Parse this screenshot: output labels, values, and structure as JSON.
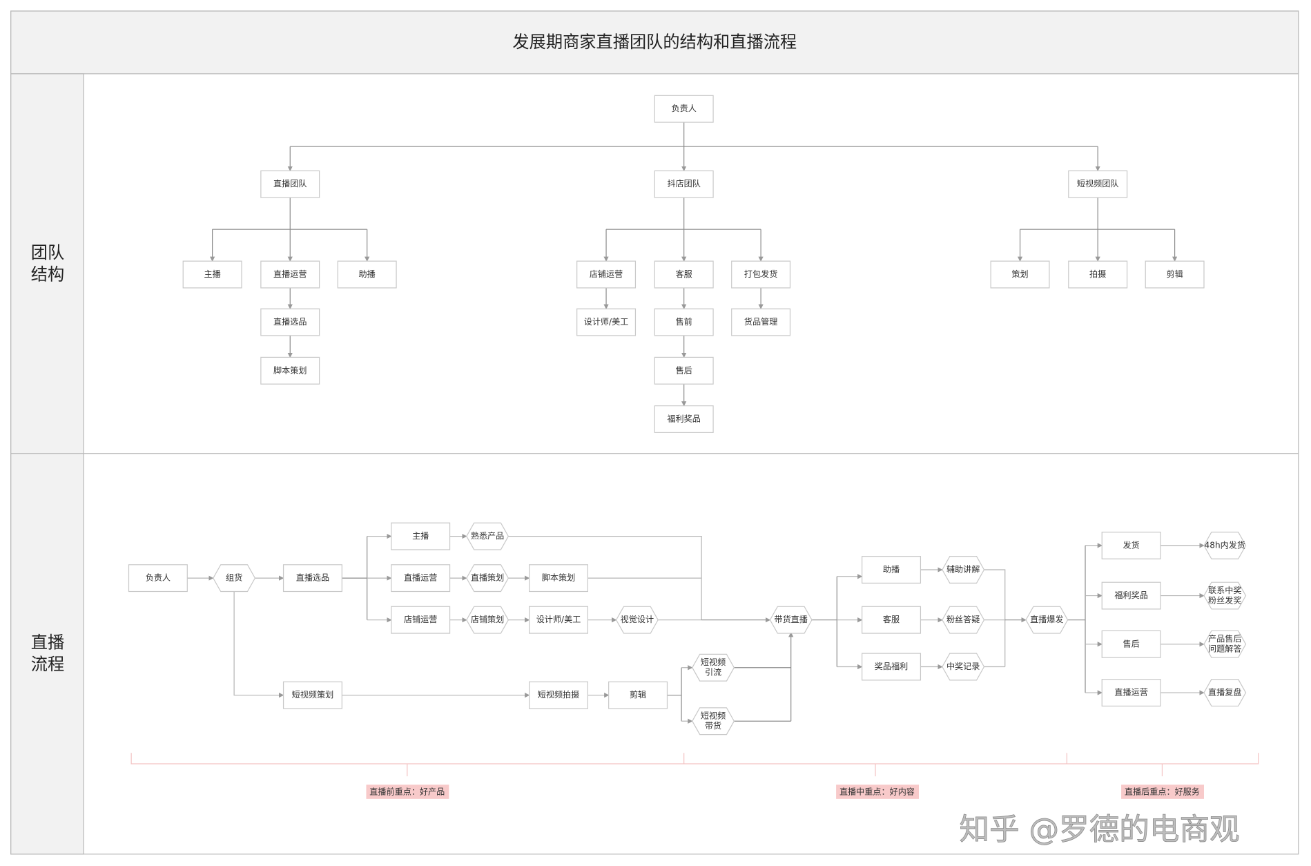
{
  "title": "发展期商家直播团队的结构和直播流程",
  "row_labels": {
    "team": [
      "团队",
      "结构"
    ],
    "process": [
      "直播",
      "流程"
    ]
  },
  "team": {
    "head": "负责人",
    "live_team": "直播团队",
    "shop_team": "抖店团队",
    "video_team": "短视频团队",
    "anchor": "主播",
    "live_ops": "直播运营",
    "assistant": "助播",
    "live_selection": "直播选品",
    "script_plan": "脚本策划",
    "shop_ops": "店铺运营",
    "designer": "设计师/美工",
    "cs": "客服",
    "presale": "售前",
    "aftersale": "售后",
    "prizes": "福利奖品",
    "packing": "打包发货",
    "inventory": "货品管理",
    "planning": "策划",
    "shooting": "拍摄",
    "editing": "剪辑"
  },
  "process": {
    "head": "负责人",
    "sourcing": "组货",
    "live_selection": "直播选品",
    "anchor": "主播",
    "know_product": "熟悉产品",
    "live_ops": "直播运营",
    "live_plan": "直播策划",
    "script_plan": "脚本策划",
    "shop_ops": "店铺运营",
    "shop_plan": "店铺策划",
    "designer": "设计师/美工",
    "visual": "视觉设计",
    "video_plan": "短视频策划",
    "video_shoot": "短视频拍摄",
    "editing": "剪辑",
    "video_traffic": [
      "短视频",
      "引流"
    ],
    "video_sales": [
      "短视频",
      "带货"
    ],
    "live_sales": "带货直播",
    "assistant": "助播",
    "assist_explain": "辅助讲解",
    "cs": "客服",
    "fan_qa": "粉丝答疑",
    "prize_welfare": "奖品福利",
    "win_record": "中奖记录",
    "live_burst": "直播爆发",
    "shipping": "发货",
    "ship_48h": "48h内发货",
    "welfare_prizes": "福利奖品",
    "contact_winners": [
      "联系中奖",
      "粉丝发奖"
    ],
    "aftersale": "售后",
    "aftersale_qa": [
      "产品售后",
      "问题解答"
    ],
    "live_ops2": "直播运营",
    "live_review": "直播复盘"
  },
  "phases": {
    "before": "直播前重点：好产品",
    "during": "直播中重点：好内容",
    "after": "直播后重点：好服务"
  },
  "watermark": "知乎 @罗德的电商观",
  "colors": {
    "phase_bg": "#f8caca",
    "header_bg": "#f2f2f2",
    "border": "#c8c8c8"
  }
}
